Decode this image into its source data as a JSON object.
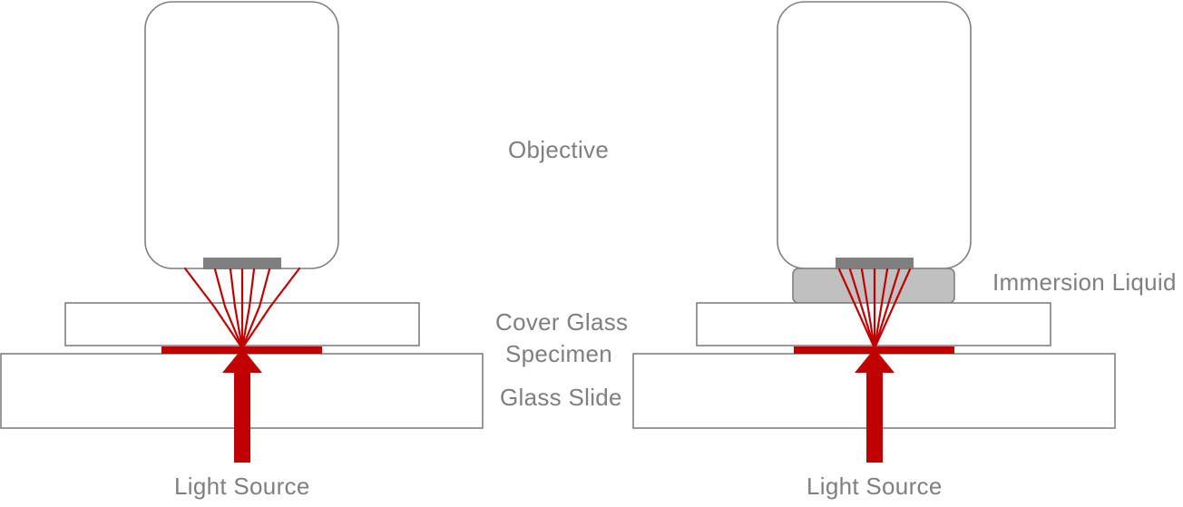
{
  "labels": {
    "objective": "Objective",
    "cover_glass": "Cover Glass",
    "specimen": "Specimen",
    "glass_slide": "Glass Slide",
    "immersion_liquid": "Immersion Liquid",
    "light_source_left": "Light Source",
    "light_source_right": "Light Source"
  },
  "colors": {
    "outline": "#808080",
    "lens": "#7f7f7f",
    "light": "#c00000",
    "immersion_fill": "#c0c0c0",
    "text": "#7f7f7f"
  }
}
